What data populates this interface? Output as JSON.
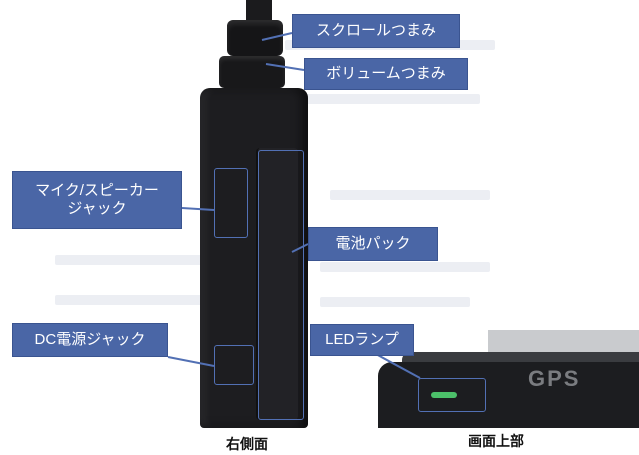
{
  "labels": {
    "scroll_knob": "スクロールつまみ",
    "volume_knob": "ボリュームつまみ",
    "mic_speaker_jack": "マイク/スピーカー\nジャック",
    "battery_pack": "電池パック",
    "dc_power_jack": "DC電源ジャック",
    "led_lamp": "LEDランプ"
  },
  "device_top_text": "GPS",
  "captions": {
    "right_side": "右側面",
    "top_side": "画面上部"
  },
  "colors": {
    "label_fill": "#4a66a6",
    "device": "#1d1d20",
    "led": "#4cc06a"
  }
}
